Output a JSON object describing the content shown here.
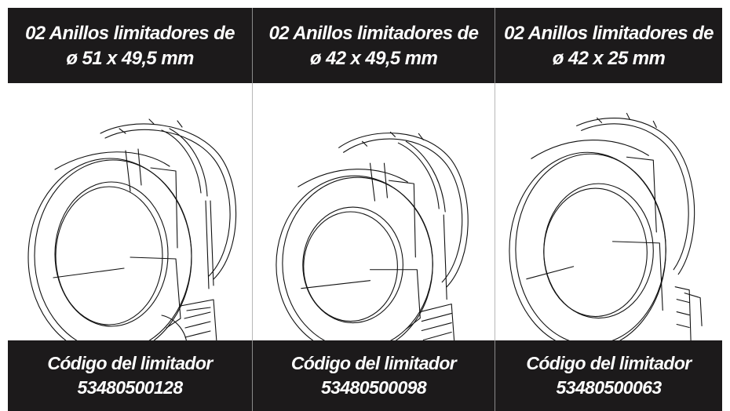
{
  "columns": [
    {
      "title_line1": "02 Anillos limitadores de",
      "title_line2": "ø 51 x 49,5 mm",
      "image_icon": "split-collar-ring-wide-drawing",
      "code_label": "Código del limitador",
      "code_value": "53480500128"
    },
    {
      "title_line1": "02 Anillos limitadores de",
      "title_line2": "ø 42 x 49,5 mm",
      "image_icon": "split-collar-ring-wide-drawing",
      "code_label": "Código del limitador",
      "code_value": "53480500098"
    },
    {
      "title_line1": "02 Anillos limitadores de",
      "title_line2": "ø 42 x 25 mm",
      "image_icon": "split-collar-ring-narrow-drawing",
      "code_label": "Código del limitador",
      "code_value": "53480500063"
    }
  ],
  "colors": {
    "header_bg": "#1c1a1b",
    "header_text": "#ffffff",
    "drawing_stroke": "#111111"
  }
}
